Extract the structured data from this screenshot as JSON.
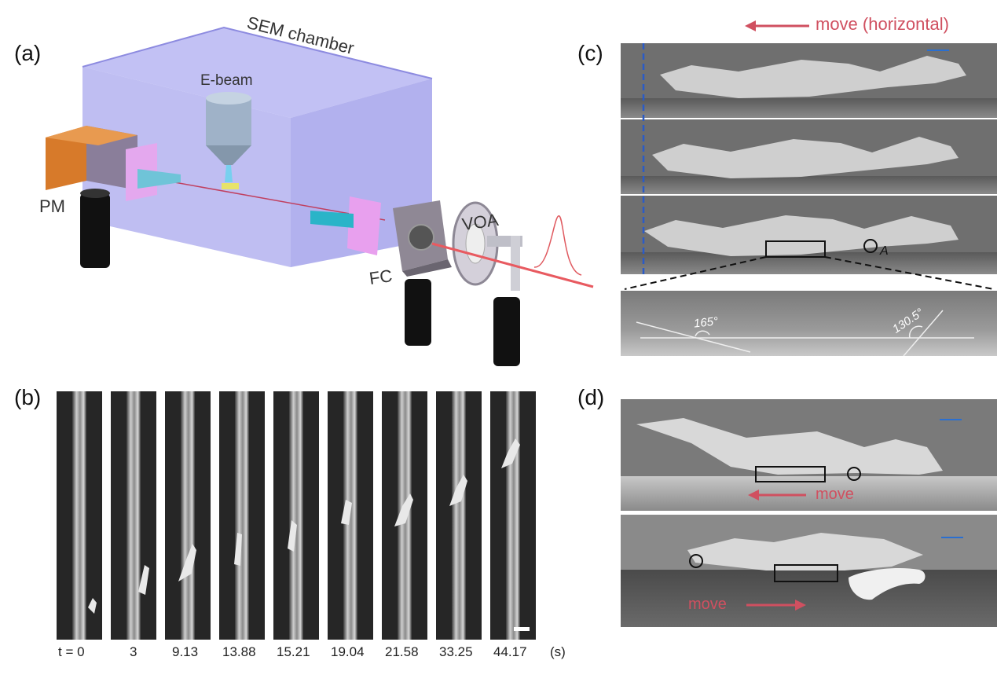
{
  "panels": {
    "a": {
      "label": "(a)",
      "sem_chamber": "SEM chamber",
      "ebeam": "E-beam",
      "pm": "PM",
      "voa": "VOA",
      "fc": "FC"
    },
    "b": {
      "label": "(b)",
      "time_prefix": "t = 0",
      "times": [
        "3",
        "9.13",
        "13.88",
        "15.21",
        "19.04",
        "21.58",
        "33.25",
        "44.17"
      ],
      "unit": "(s)"
    },
    "c": {
      "label": "(c)",
      "move_text": "move (horizontal)",
      "point_label": "A",
      "angle_left": "165°",
      "angle_right": "130.5°"
    },
    "d": {
      "label": "(d)",
      "move_top": "move",
      "move_bottom": "move"
    }
  },
  "colors": {
    "accent_red": "#d05060",
    "scale_blue": "#2a6fd0",
    "dash_blue": "#2a5bc8"
  }
}
